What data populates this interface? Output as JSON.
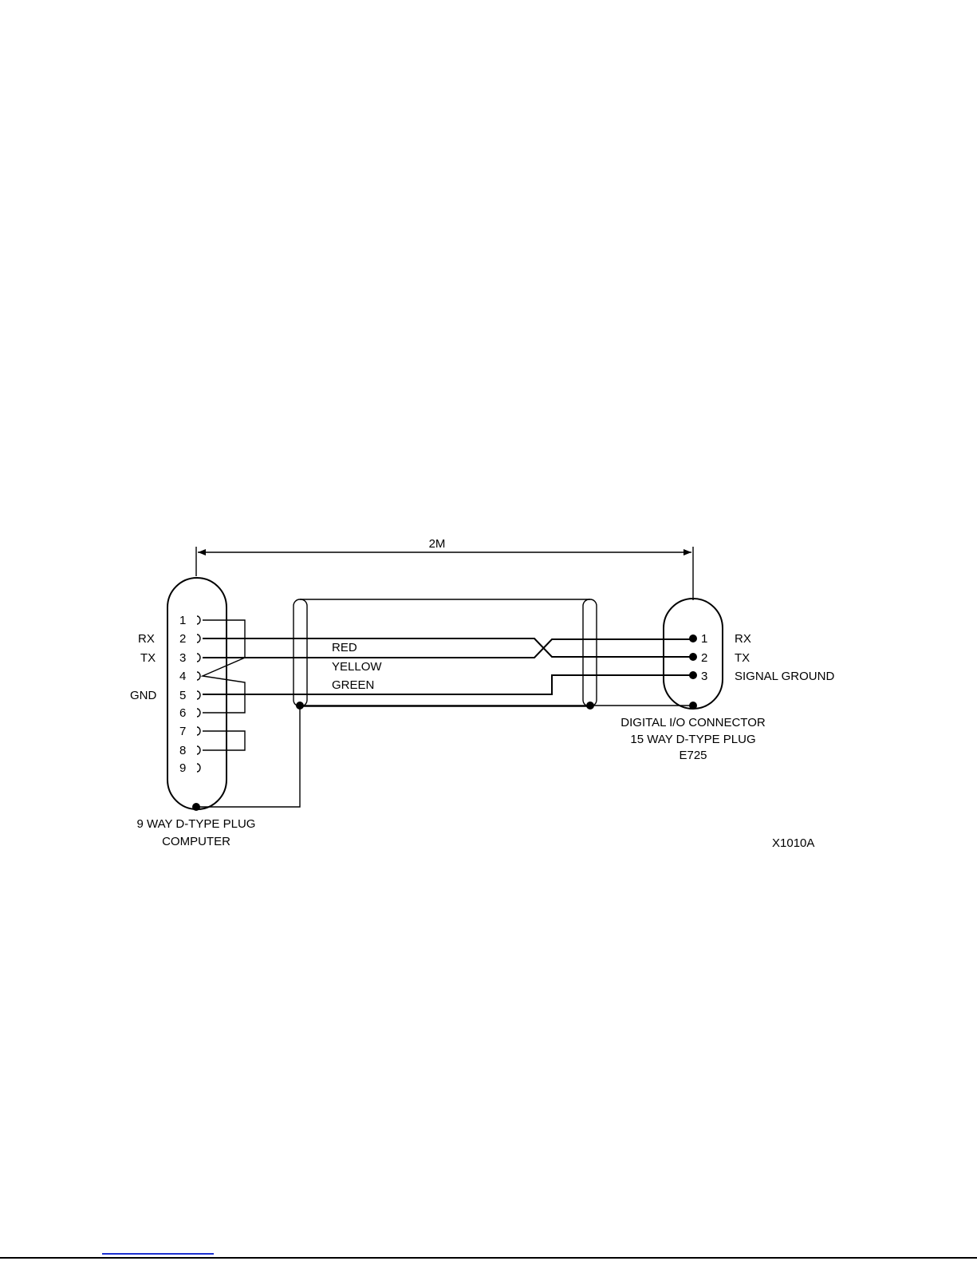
{
  "dimension_label": "2M",
  "left_connector": {
    "pins": [
      "1",
      "2",
      "3",
      "4",
      "5",
      "6",
      "7",
      "8",
      "9"
    ],
    "signal_labels": [
      "RX",
      "TX",
      "GND"
    ],
    "caption": [
      "9 WAY D-TYPE PLUG",
      "COMPUTER"
    ]
  },
  "wires": [
    "RED",
    "YELLOW",
    "GREEN"
  ],
  "right_connector": {
    "pins": [
      "1",
      "2",
      "3"
    ],
    "signal_labels": [
      "RX",
      "TX",
      "SIGNAL GROUND"
    ],
    "caption": [
      "DIGITAL I/O CONNECTOR",
      "15 WAY D-TYPE PLUG",
      "E725"
    ]
  },
  "drawing_ref": "X1010A",
  "colors": {
    "ink": "#000000",
    "footer_link": "#1a2fd0"
  }
}
